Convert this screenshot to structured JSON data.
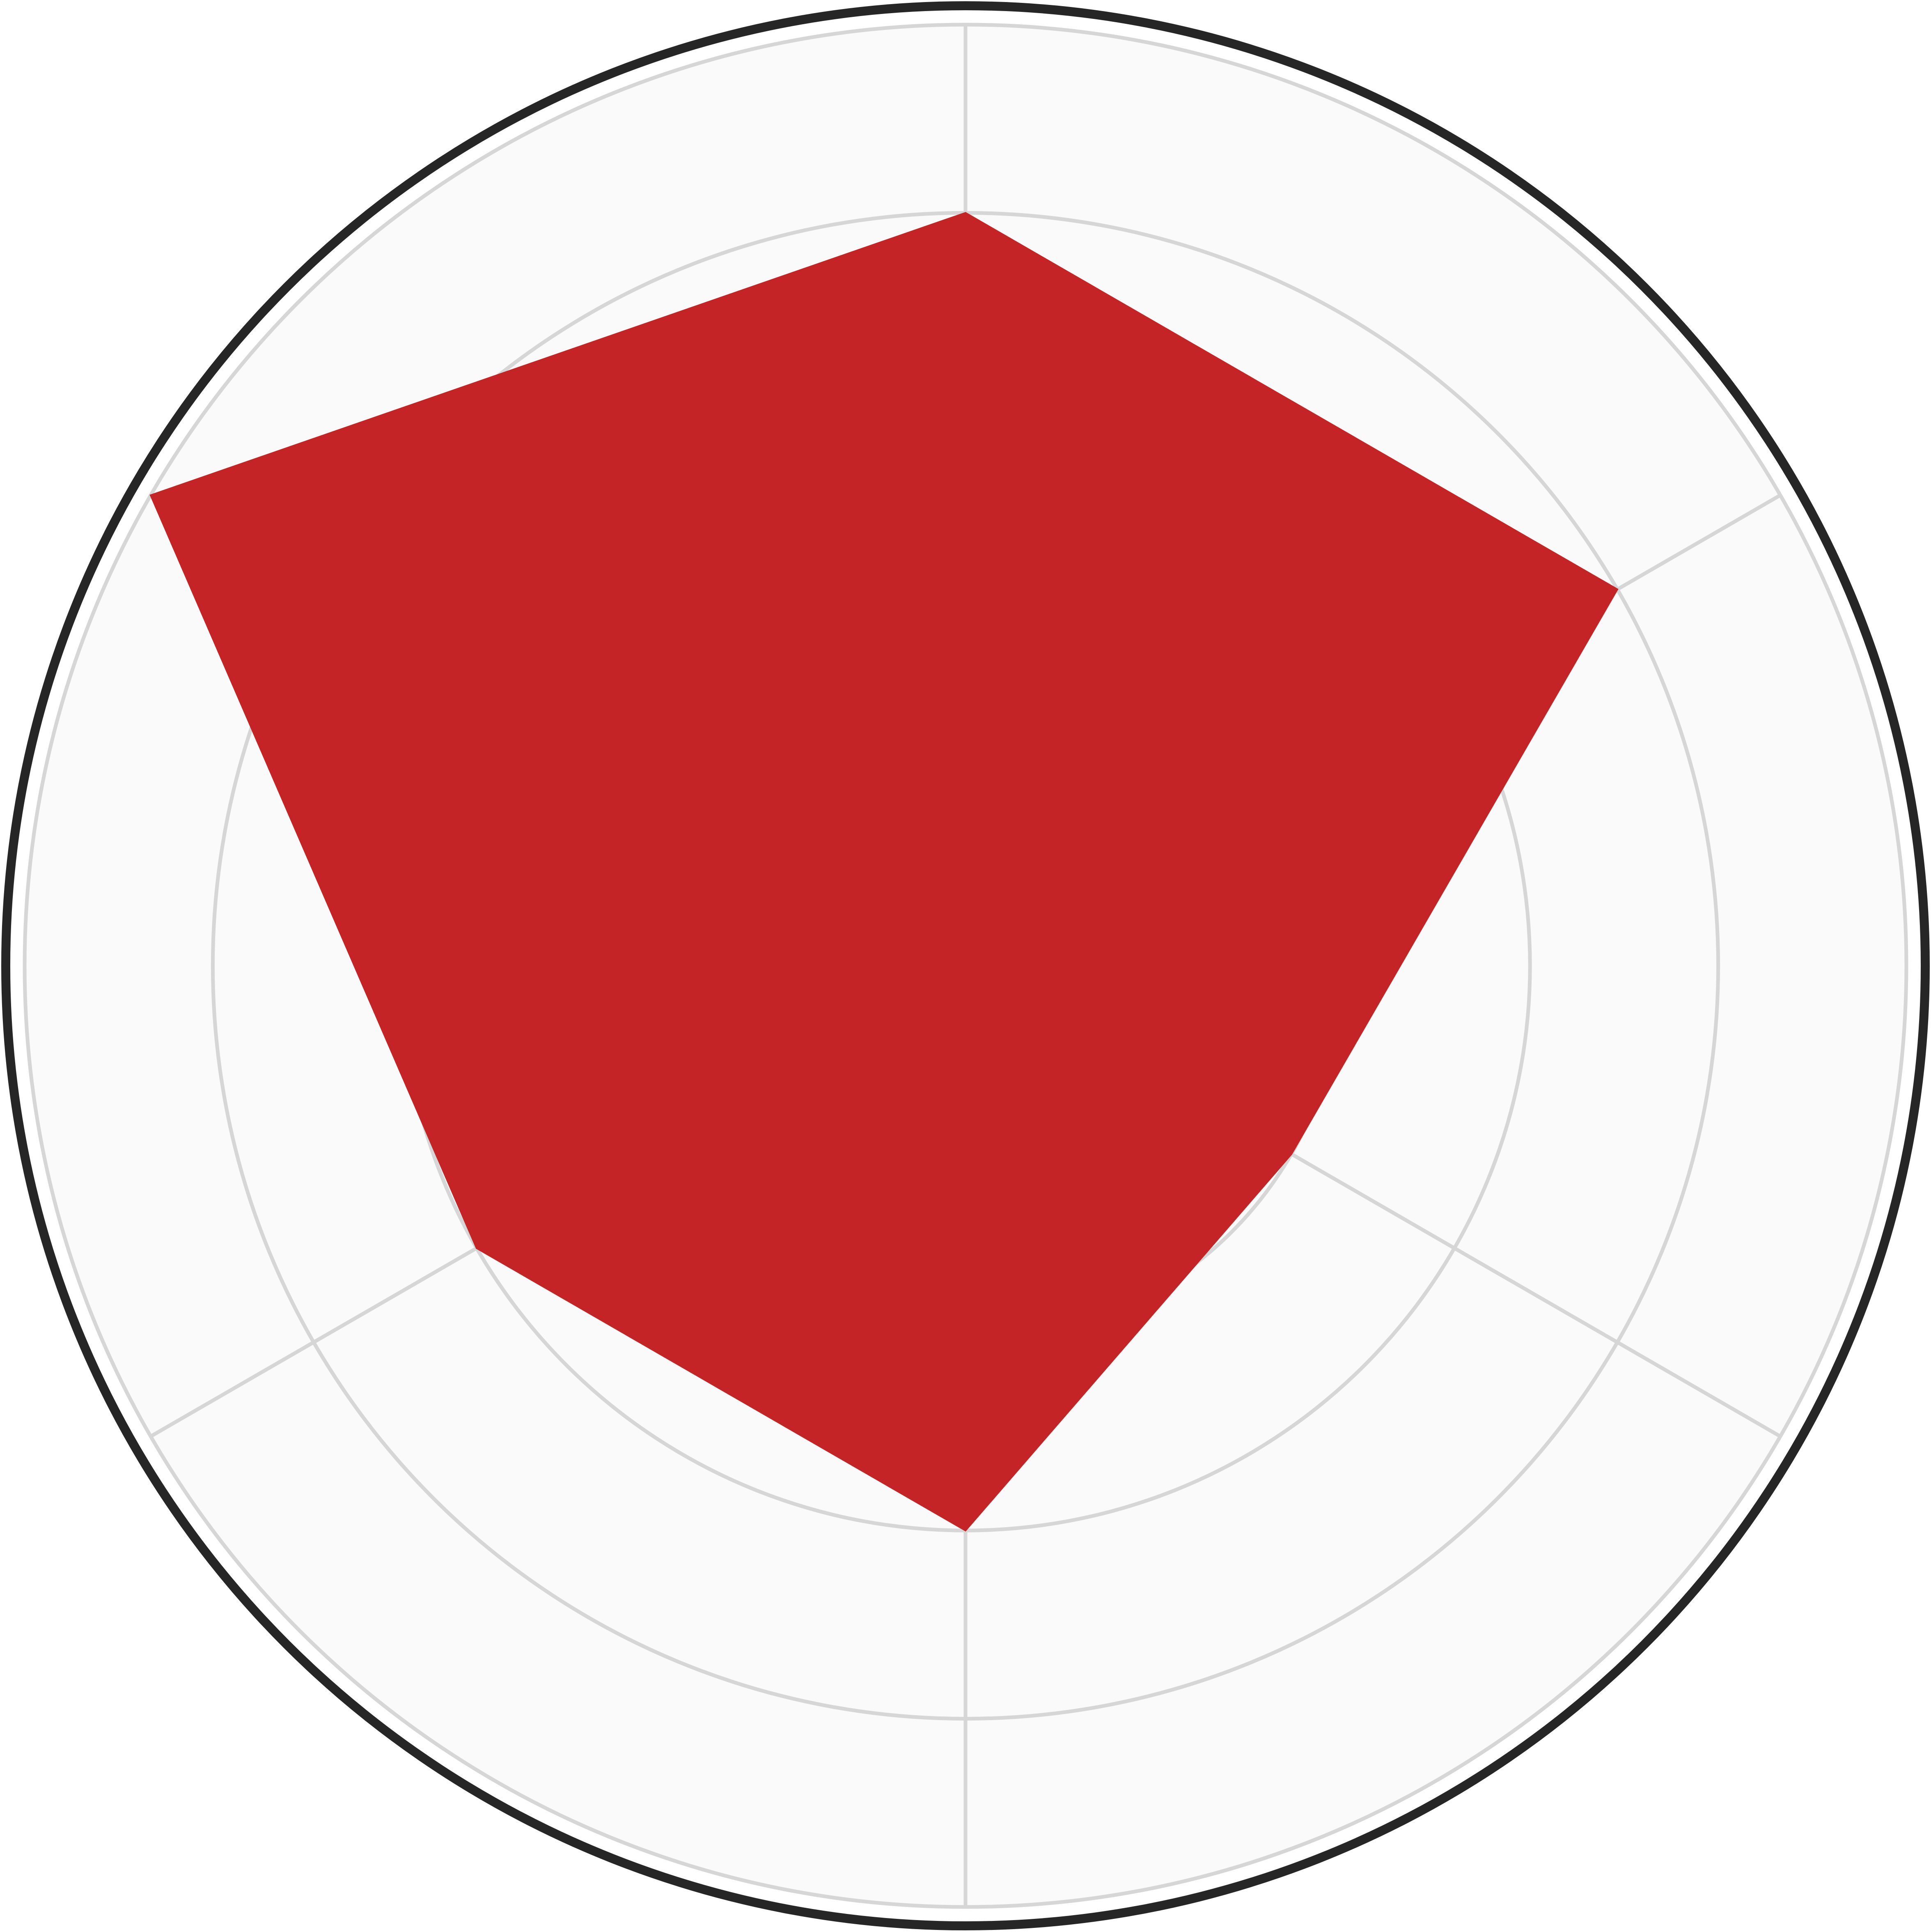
{
  "chart_data": {
    "type": "radar",
    "axes": 6,
    "series": [
      {
        "values": [
          0.8,
          0.8,
          0.4,
          0.6,
          0.6,
          1.0
        ]
      }
    ],
    "rmax": 1.0,
    "rings": [
      0.4,
      0.6,
      0.8,
      1.0
    ],
    "grid": true,
    "legend": "none"
  },
  "colors": {
    "background": "#fafafa",
    "grid": "#d6d6d6",
    "outer_border": "#262626",
    "series_fill": "#c42426"
  }
}
